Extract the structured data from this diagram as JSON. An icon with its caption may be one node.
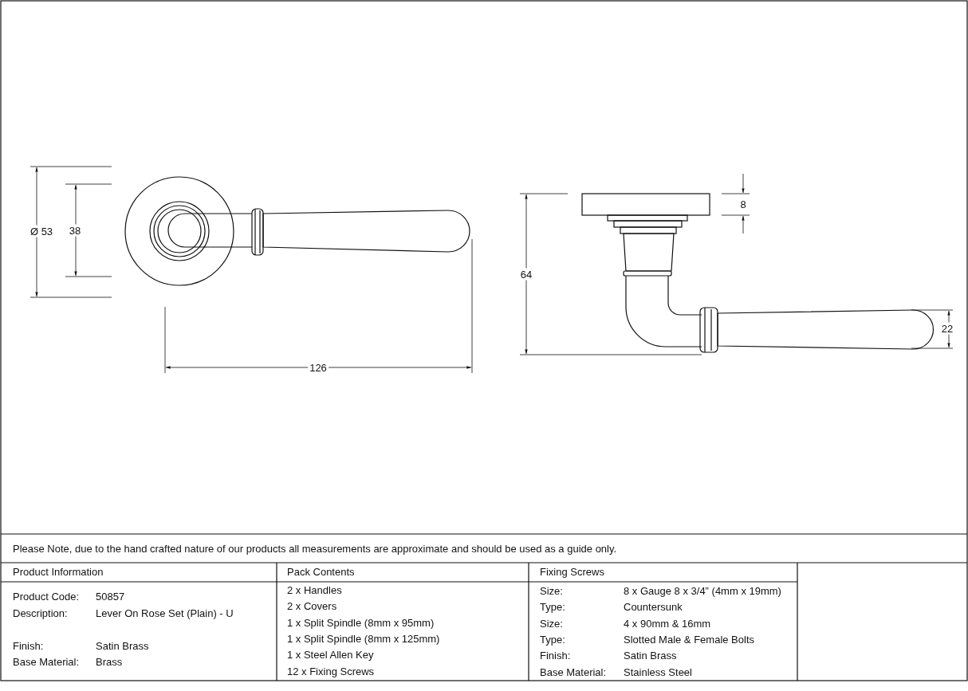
{
  "diagram": {
    "labels": [
      "Ø 53",
      "38",
      "126",
      "64",
      "8",
      "22",
      "Please Note, due to the hand crafted nature of our products all measurements are approximate and should be used as a guide only.",
      "Product Information",
      "Pack Contents",
      "Fixing Screws",
      "Product Code:",
      "50857",
      "Description:",
      "Lever On Rose Set (Plain) - U",
      "Finish:",
      "Satin Brass",
      "Base Material:",
      "Brass",
      "2 x Handles",
      "2 x Covers",
      "1 x Split Spindle (8mm x 95mm)",
      "1 x Split Spindle (8mm x 125mm)",
      "1 x Steel Allen Key",
      "12 x Fixing Screws",
      "Size:",
      "8 x Gauge 8 x 3/4” (4mm x 19mm)",
      "Type:",
      "Countersunk",
      "Size:",
      "4 x 90mm & 16mm",
      "Type:",
      "Slotted Male & Female Bolts",
      "Finish:",
      "Satin Brass",
      "Base Material:",
      "Stainless Steel"
    ]
  }
}
